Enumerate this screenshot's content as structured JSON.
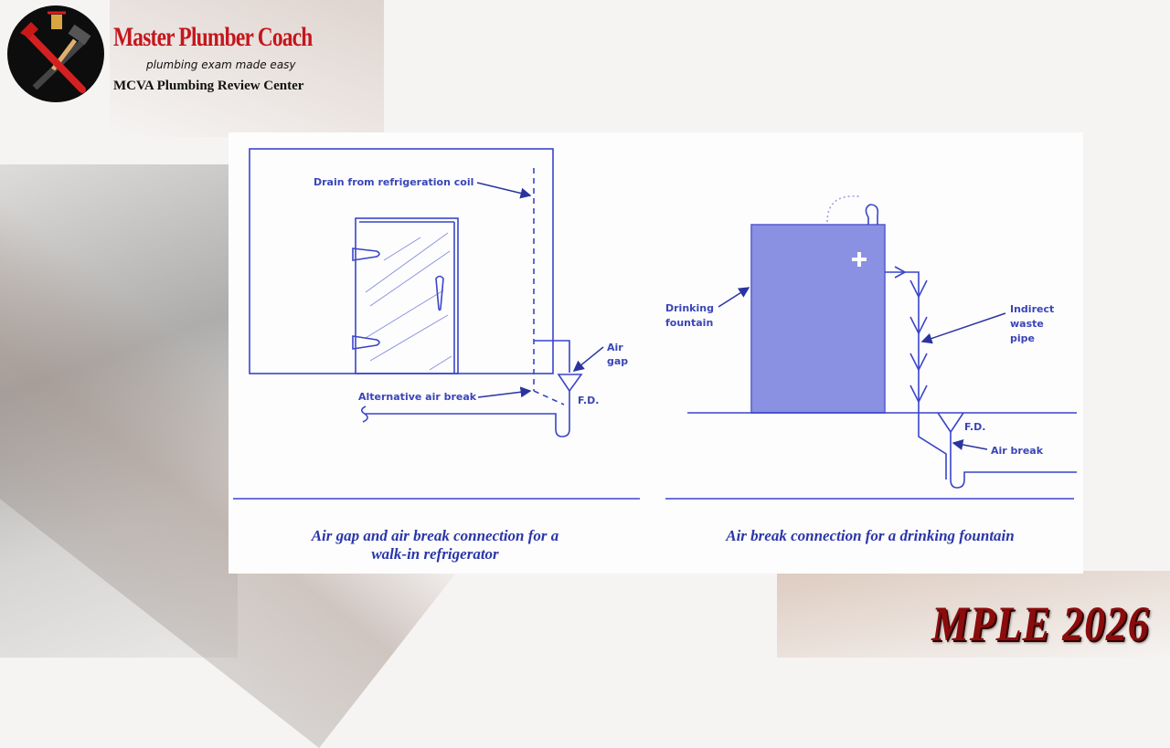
{
  "logo": {
    "title": "Master Plumber Coach",
    "tagline": "plumbing exam made easy",
    "subtitle": "MCVA Plumbing Review Center"
  },
  "left_diagram": {
    "labels": {
      "drain": "Drain from refrigeration coil",
      "air_gap_1": "Air",
      "air_gap_2": "gap",
      "alt_air_break": "Alternative air break",
      "fd": "F.D."
    },
    "caption_line1": "Air gap and air break connection for a",
    "caption_line2": "walk-in refrigerator"
  },
  "right_diagram": {
    "labels": {
      "fountain_1": "Drinking",
      "fountain_2": "fountain",
      "waste_1": "Indirect",
      "waste_2": "waste",
      "waste_3": "pipe",
      "fd": "F.D.",
      "air_break": "Air break"
    },
    "caption": "Air break connection for a drinking fountain"
  },
  "footer": {
    "text": "MPLE 2026"
  },
  "colors": {
    "line": "#3a45c8",
    "fountain_fill": "#8a90e2",
    "brand_red": "#c4161c",
    "footer_red": "#8b0c0c"
  }
}
